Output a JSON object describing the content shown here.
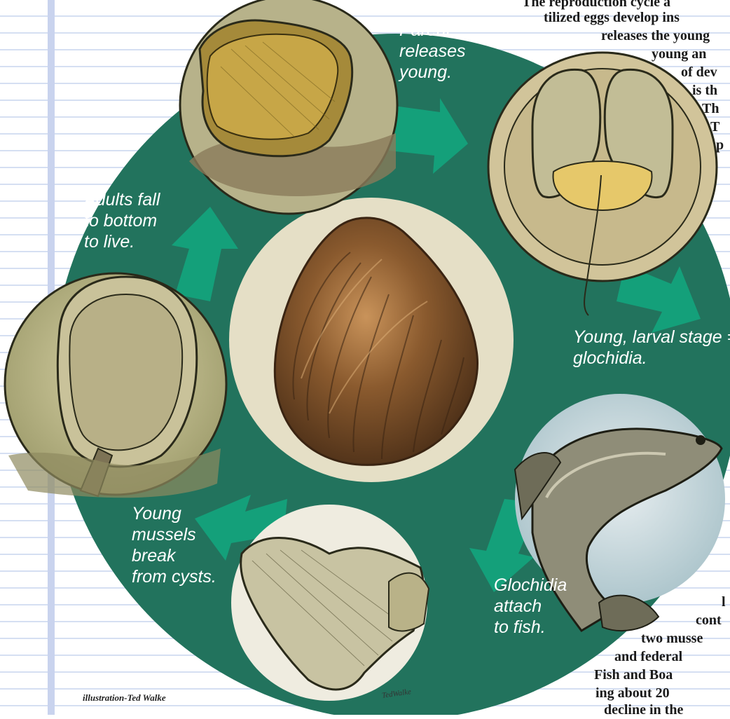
{
  "stage_captions": {
    "parent_releases": [
      "Parent",
      "releases",
      "young."
    ],
    "larval_stage": [
      "Young, larval stage =",
      "glochidia."
    ],
    "attach_to_fish": [
      "Glochidia",
      "attach",
      "to fish."
    ],
    "break_from_cysts": [
      "Young",
      "mussels",
      "break",
      "from cysts."
    ],
    "adults_fall": [
      "Adults fall",
      "to bottom",
      "to live."
    ]
  },
  "side_text_top": [
    "The reproduction cycle a",
    "tilized eggs develop ins",
    "releases the young",
    "young an",
    "of dev",
    "is th",
    "Th",
    "T",
    "p",
    ""
  ],
  "side_text_bottom": [
    "l",
    "cont",
    "two musse",
    "and federal",
    "Fish and Boa",
    "ing about 20",
    "decline in the"
  ],
  "credit": "illustration-Ted Walke",
  "signature": "TedWalke",
  "colors": {
    "circle": "#22735d",
    "arrow": "#14a07a",
    "center_disc": "#e5dfc6",
    "caption": "#ffffff"
  }
}
